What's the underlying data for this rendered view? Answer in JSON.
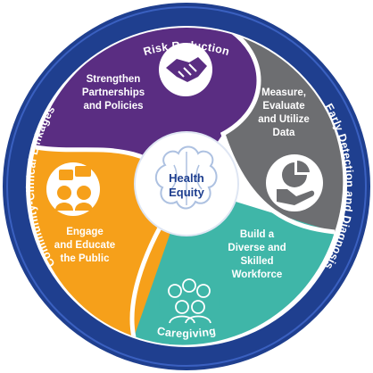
{
  "ring_labels": {
    "top": "Risk Reduction",
    "right": "Early Detection and Diagnosis",
    "bottom": "Caregiving",
    "left": "Community-Clinical Linkages"
  },
  "segments": {
    "purple": {
      "line1": "Strengthen",
      "line2": "Partnerships",
      "line3": "and Policies",
      "color": "#5a2d82",
      "icon": "handshake-icon"
    },
    "gray": {
      "line1": "Measure,",
      "line2": "Evaluate",
      "line3": "and Utilize",
      "line4": "Data",
      "color": "#6d6e71",
      "icon": "data-hand-chart-icon"
    },
    "teal": {
      "line1": "Build a",
      "line2": "Diverse and",
      "line3": "Skilled",
      "line4": "Workforce",
      "color": "#3fb6a8",
      "icon": "people-group-icon"
    },
    "orange": {
      "line1": "Engage",
      "line2": "and Educate",
      "line3": "the Public",
      "color": "#f6a01a",
      "icon": "conversation-icon"
    }
  },
  "center": {
    "line1": "Health",
    "line2": "Equity",
    "icon": "brain-icon"
  },
  "colors": {
    "ring": "#1f3f8f",
    "ring_border": "#2b4fa8",
    "center_text": "#1f3f8f"
  }
}
